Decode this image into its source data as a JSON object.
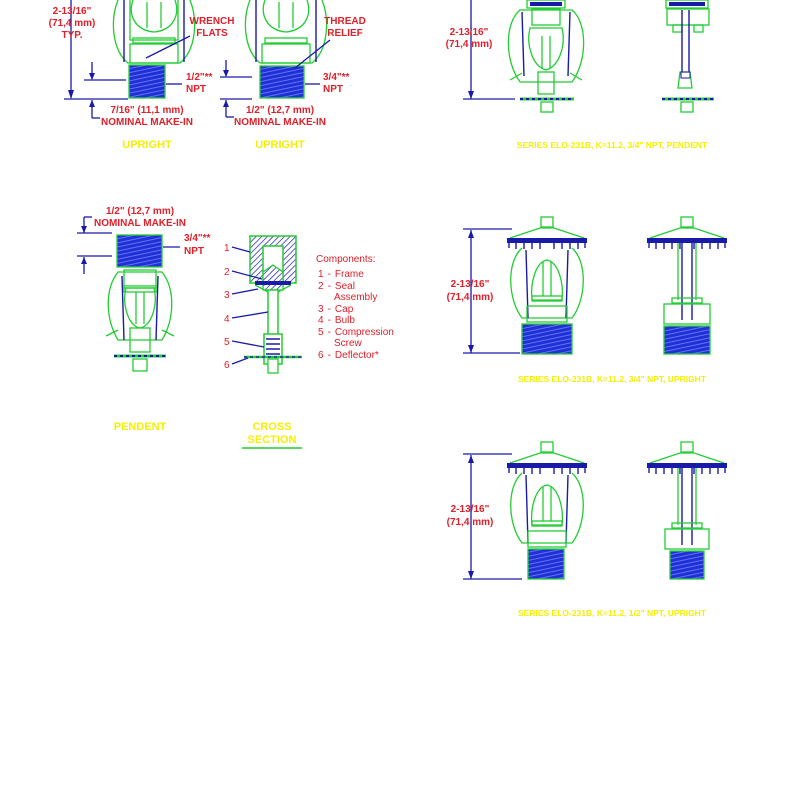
{
  "colors": {
    "background": "#ffffff",
    "outline_green": "#22cc33",
    "detail_blue": "#1a1aa8",
    "thread_fill": "#2030d8",
    "label_red": "#e0202a",
    "caption_yellow": "#f4f000"
  },
  "left_top": {
    "dimension": {
      "line1": "2-13/16\"",
      "line2": "(71,4 mm)",
      "line3": "TYP."
    },
    "view1": {
      "callout": {
        "line1": "WRENCH",
        "line2": "FLATS"
      },
      "thread": {
        "line1": "1/2\"**",
        "line2": "NPT"
      },
      "make_in": {
        "line1": "7/16\" (11,1 mm)",
        "line2": "NOMINAL MAKE-IN"
      },
      "caption": "UPRIGHT"
    },
    "view2": {
      "callout": {
        "line1": "THREAD",
        "line2": "RELIEF"
      },
      "thread": {
        "line1": "3/4\"**",
        "line2": "NPT"
      },
      "make_in": {
        "line1": "1/2\" (12,7 mm)",
        "line2": "NOMINAL MAKE-IN"
      },
      "caption": "UPRIGHT"
    }
  },
  "pendent_view": {
    "make_in": {
      "line1": "1/2\" (12,7 mm)",
      "line2": "NOMINAL MAKE-IN"
    },
    "thread": {
      "line1": "3/4\"**",
      "line2": "NPT"
    },
    "caption": "PENDENT"
  },
  "cross_section": {
    "callout_numbers": [
      "1",
      "2",
      "3",
      "4",
      "5",
      "6"
    ],
    "components_title": "Components:",
    "components": [
      {
        "num": "1",
        "sep": "-",
        "name": "Frame"
      },
      {
        "num": "2",
        "sep": "-",
        "name": "Seal",
        "name2": "Assembly"
      },
      {
        "num": "3",
        "sep": "-",
        "name": "Cap"
      },
      {
        "num": "4",
        "sep": "-",
        "name": "Bulb"
      },
      {
        "num": "5",
        "sep": "-",
        "name": "Compression",
        "name2": "Screw"
      },
      {
        "num": "6",
        "sep": "-",
        "name": "Deflector*"
      }
    ],
    "caption_line1": "CROSS",
    "caption_line2": "SECTION"
  },
  "right_column": [
    {
      "dimension": {
        "line1": "2-13/16\"",
        "line2": "(71,4 mm)"
      },
      "caption": "SERIES ELO-231B, K=11.2, 3/4\" NPT, PENDENT"
    },
    {
      "dimension": {
        "line1": "2-13/16\"",
        "line2": "(71,4 mm)"
      },
      "caption": "SERIES ELO-231B, K=11.2, 3/4\" NPT, UPRIGHT"
    },
    {
      "dimension": {
        "line1": "2-13/16\"",
        "line2": "(71,4 mm)"
      },
      "caption": "SERIES ELO-231B, K=11.2, 1/2\" NPT, UPRIGHT"
    }
  ]
}
